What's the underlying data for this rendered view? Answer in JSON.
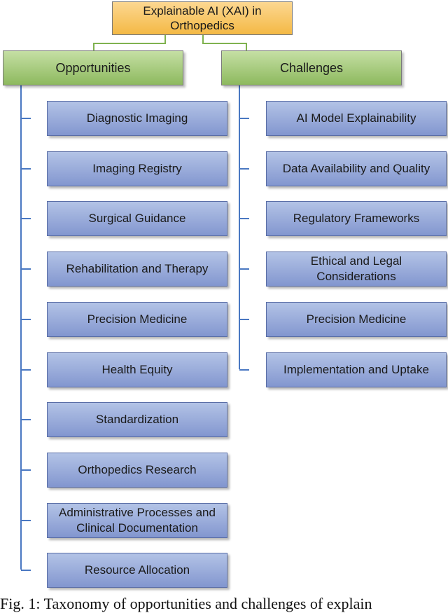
{
  "root": "Explainable AI (XAI) in\nOrthopedics",
  "opportunities": {
    "label": "Opportunities",
    "items": [
      "Diagnostic Imaging",
      "Imaging Registry",
      "Surgical Guidance",
      "Rehabilitation and Therapy",
      "Precision Medicine",
      "Health Equity",
      "Standardization",
      "Orthopedics Research",
      "Administrative Processes and\nClinical Documentation",
      "Resource Allocation"
    ]
  },
  "challenges": {
    "label": "Challenges",
    "items": [
      "AI Model Explainability",
      "Data Availability and Quality",
      "Regulatory Frameworks",
      "Ethical and Legal\nConsiderations",
      "Precision Medicine",
      "Implementation and Uptake"
    ]
  },
  "caption": "Fig. 1: Taxonomy of opportunities and challenges of explain",
  "colors": {
    "root_fill": "#f6c25f",
    "category_fill": "#a9cd7e",
    "item_fill": "#98abdb",
    "root_connector": "#7fb24f",
    "tree_line": "#4a78c2"
  }
}
